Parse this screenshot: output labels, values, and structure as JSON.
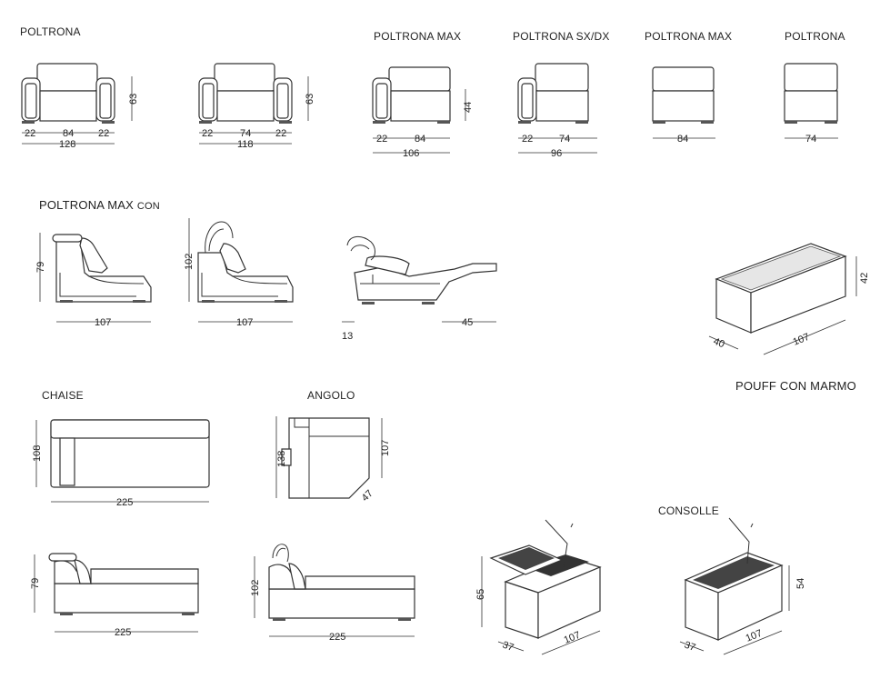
{
  "labels": {
    "poltrona_1": "POLTRONA",
    "poltrona_max_top": "POLTRONA MAX",
    "poltrona_sxdx": "POLTRONA SX/DX",
    "poltrona_max_top2": "POLTRONA MAX",
    "poltrona_top2": "POLTRONA",
    "poltrona_max_con": "POLTRONA MAX",
    "poltrona_max_con_suffix": "CON",
    "chaise": "CHAISE",
    "angolo": "ANGOLO",
    "pouff": "POUFF CON MARMO",
    "consolle": "CONSOLLE"
  },
  "dims": {
    "p1": {
      "a": "22",
      "b": "84",
      "c": "22",
      "w": "128",
      "h": "63"
    },
    "p2": {
      "a": "22",
      "b": "74",
      "c": "22",
      "w": "118",
      "h": "63"
    },
    "p3": {
      "a": "22",
      "b": "84",
      "w": "106",
      "h": "44"
    },
    "p4": {
      "a": "22",
      "b": "74",
      "w": "96"
    },
    "p5": {
      "w": "84"
    },
    "p6": {
      "w": "74"
    },
    "side1": {
      "h": "79",
      "w": "107"
    },
    "side2": {
      "h": "102",
      "w": "107"
    },
    "recl": {
      "a": "13",
      "b": "45"
    },
    "pouff": {
      "d": "40",
      "w": "107",
      "h": "42"
    },
    "chaise_top": {
      "h": "108",
      "w": "225"
    },
    "angolo": {
      "h": "138",
      "r": "107",
      "d": "47"
    },
    "chaise_s1": {
      "h": "79",
      "w": "225"
    },
    "chaise_s2": {
      "h": "102",
      "w": "225"
    },
    "cons1": {
      "h": "65",
      "d": "37",
      "w": "107"
    },
    "cons2": {
      "h": "54",
      "d": "37",
      "w": "107"
    }
  }
}
